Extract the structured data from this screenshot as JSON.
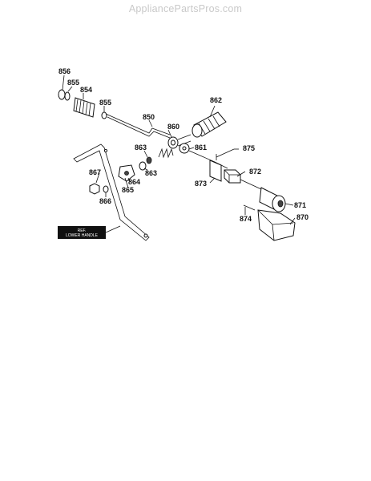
{
  "watermark": "AppliancePartsPros.com",
  "callouts": {
    "p856": "856",
    "p855a": "855",
    "p854": "854",
    "p855b": "855",
    "p850": "850",
    "p860": "860",
    "p862": "862",
    "p863a": "863",
    "p861": "861",
    "p875": "875",
    "p867": "867",
    "p863b": "863",
    "p864": "864",
    "p865": "865",
    "p872": "872",
    "p873": "873",
    "p866": "866",
    "p871": "871",
    "p874": "874",
    "p870": "870"
  },
  "ref_label": {
    "line1": "REF.",
    "line2": "LOWER HANDLE"
  }
}
